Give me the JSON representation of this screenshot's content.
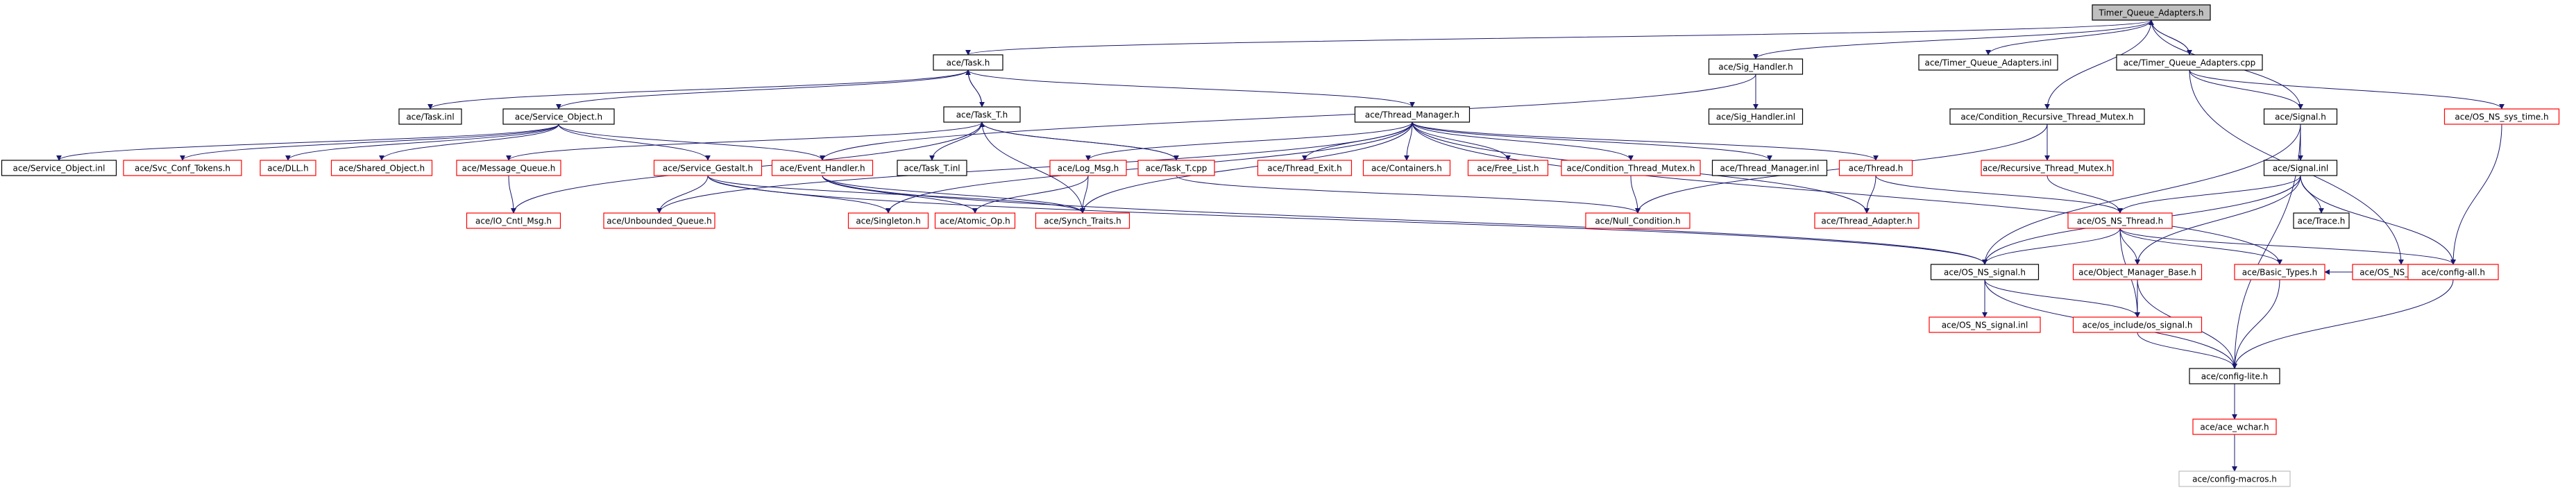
{
  "diagram": {
    "colors": {
      "edge": "#191970",
      "root_fill": "#bfbfbf",
      "red_border": "#ff0000",
      "black_border": "#000000",
      "gray_border": "#bfbfbf"
    },
    "nodes": [
      {
        "id": "root",
        "label": "Timer_Queue_Adapters.h",
        "style": "root"
      },
      {
        "id": "task_h",
        "label": "ace/Task.h",
        "style": "black"
      },
      {
        "id": "sig_handler_h",
        "label": "ace/Sig_Handler.h",
        "style": "black"
      },
      {
        "id": "tqa_inl",
        "label": "ace/Timer_Queue_Adapters.inl",
        "style": "black"
      },
      {
        "id": "tqa_cpp",
        "label": "ace/Timer_Queue_Adapters.cpp",
        "style": "black"
      },
      {
        "id": "task_inl",
        "label": "ace/Task.inl",
        "style": "black"
      },
      {
        "id": "service_object_h",
        "label": "ace/Service_Object.h",
        "style": "black"
      },
      {
        "id": "task_t_h",
        "label": "ace/Task_T.h",
        "style": "black"
      },
      {
        "id": "thread_manager_h",
        "label": "ace/Thread_Manager.h",
        "style": "black"
      },
      {
        "id": "sig_handler_inl",
        "label": "ace/Sig_Handler.inl",
        "style": "black"
      },
      {
        "id": "cond_rec_mutex_h",
        "label": "ace/Condition_Recursive_Thread_Mutex.h",
        "style": "black"
      },
      {
        "id": "signal_h",
        "label": "ace/Signal.h",
        "style": "black"
      },
      {
        "id": "os_ns_sys_time_h",
        "label": "ace/OS_NS_sys_time.h",
        "style": "red"
      },
      {
        "id": "service_object_inl",
        "label": "ace/Service_Object.inl",
        "style": "black"
      },
      {
        "id": "svc_conf_tokens_h",
        "label": "ace/Svc_Conf_Tokens.h",
        "style": "red"
      },
      {
        "id": "dll_h",
        "label": "ace/DLL.h",
        "style": "red"
      },
      {
        "id": "shared_object_h",
        "label": "ace/Shared_Object.h",
        "style": "red"
      },
      {
        "id": "message_queue_h",
        "label": "ace/Message_Queue.h",
        "style": "red"
      },
      {
        "id": "service_gestalt_h",
        "label": "ace/Service_Gestalt.h",
        "style": "red"
      },
      {
        "id": "event_handler_h",
        "label": "ace/Event_Handler.h",
        "style": "red"
      },
      {
        "id": "task_t_inl",
        "label": "ace/Task_T.inl",
        "style": "black"
      },
      {
        "id": "log_msg_h",
        "label": "ace/Log_Msg.h",
        "style": "red"
      },
      {
        "id": "task_t_cpp",
        "label": "ace/Task_T.cpp",
        "style": "red"
      },
      {
        "id": "thread_exit_h",
        "label": "ace/Thread_Exit.h",
        "style": "red"
      },
      {
        "id": "containers_h",
        "label": "ace/Containers.h",
        "style": "red"
      },
      {
        "id": "free_list_h",
        "label": "ace/Free_List.h",
        "style": "red"
      },
      {
        "id": "condition_thread_mutex_h",
        "label": "ace/Condition_Thread_Mutex.h",
        "style": "red"
      },
      {
        "id": "thread_manager_inl",
        "label": "ace/Thread_Manager.inl",
        "style": "black"
      },
      {
        "id": "thread_h",
        "label": "ace/Thread.h",
        "style": "red"
      },
      {
        "id": "recursive_thread_mutex_h",
        "label": "ace/Recursive_Thread_Mutex.h",
        "style": "red"
      },
      {
        "id": "signal_inl",
        "label": "ace/Signal.inl",
        "style": "black"
      },
      {
        "id": "os_ns_unistd_h",
        "label": "ace/OS_NS_unistd.h",
        "style": "red"
      },
      {
        "id": "io_cntl_msg_h",
        "label": "ace/IO_Cntl_Msg.h",
        "style": "red"
      },
      {
        "id": "unbounded_queue_h",
        "label": "ace/Unbounded_Queue.h",
        "style": "red"
      },
      {
        "id": "singleton_h",
        "label": "ace/Singleton.h",
        "style": "red"
      },
      {
        "id": "atomic_op_h",
        "label": "ace/Atomic_Op.h",
        "style": "red"
      },
      {
        "id": "synch_traits_h",
        "label": "ace/Synch_Traits.h",
        "style": "red"
      },
      {
        "id": "null_condition_h",
        "label": "ace/Null_Condition.h",
        "style": "red"
      },
      {
        "id": "thread_adapter_h",
        "label": "ace/Thread_Adapter.h",
        "style": "red"
      },
      {
        "id": "os_ns_thread_h",
        "label": "ace/OS_NS_Thread.h",
        "style": "red"
      },
      {
        "id": "trace_h",
        "label": "ace/Trace.h",
        "style": "black"
      },
      {
        "id": "os_ns_signal_h",
        "label": "ace/OS_NS_signal.h",
        "style": "black"
      },
      {
        "id": "object_manager_base_h",
        "label": "ace/Object_Manager_Base.h",
        "style": "red"
      },
      {
        "id": "basic_types_h",
        "label": "ace/Basic_Types.h",
        "style": "red"
      },
      {
        "id": "config_all_h",
        "label": "ace/config-all.h",
        "style": "red"
      },
      {
        "id": "os_ns_signal_inl",
        "label": "ace/OS_NS_signal.inl",
        "style": "red"
      },
      {
        "id": "os_include_os_signal_h",
        "label": "ace/os_include/os_signal.h",
        "style": "red"
      },
      {
        "id": "config_lite_h",
        "label": "ace/config-lite.h",
        "style": "black"
      },
      {
        "id": "ace_wchar_h",
        "label": "ace/ace_wchar.h",
        "style": "red"
      },
      {
        "id": "config_macros_h",
        "label": "ace/config-macros.h",
        "style": "gray"
      }
    ],
    "edges": [
      [
        "root",
        "task_h"
      ],
      [
        "root",
        "sig_handler_h"
      ],
      [
        "root",
        "tqa_inl"
      ],
      [
        "root",
        "tqa_cpp"
      ],
      [
        "root",
        "cond_rec_mutex_h"
      ],
      [
        "root",
        "signal_h"
      ],
      [
        "tqa_cpp",
        "root"
      ],
      [
        "tqa_cpp",
        "signal_h"
      ],
      [
        "tqa_cpp",
        "os_ns_sys_time_h"
      ],
      [
        "tqa_cpp",
        "os_ns_unistd_h"
      ],
      [
        "task_h",
        "task_inl"
      ],
      [
        "task_h",
        "service_object_h"
      ],
      [
        "task_h",
        "task_t_h"
      ],
      [
        "task_h",
        "thread_manager_h"
      ],
      [
        "sig_handler_h",
        "sig_handler_inl"
      ],
      [
        "sig_handler_h",
        "event_handler_h"
      ],
      [
        "service_object_h",
        "service_object_inl"
      ],
      [
        "service_object_h",
        "svc_conf_tokens_h"
      ],
      [
        "service_object_h",
        "dll_h"
      ],
      [
        "service_object_h",
        "shared_object_h"
      ],
      [
        "service_object_h",
        "event_handler_h"
      ],
      [
        "service_object_h",
        "service_gestalt_h"
      ],
      [
        "task_t_h",
        "task_h"
      ],
      [
        "task_t_h",
        "task_t_inl"
      ],
      [
        "task_t_h",
        "task_t_cpp"
      ],
      [
        "task_t_h",
        "message_queue_h"
      ],
      [
        "task_t_h",
        "synch_traits_h"
      ],
      [
        "task_t_h",
        "io_cntl_msg_h"
      ],
      [
        "task_t_cpp",
        "task_t_h"
      ],
      [
        "task_t_cpp",
        "null_condition_h"
      ],
      [
        "thread_manager_h",
        "thread_exit_h"
      ],
      [
        "thread_manager_h",
        "containers_h"
      ],
      [
        "thread_manager_h",
        "free_list_h"
      ],
      [
        "thread_manager_h",
        "condition_thread_mutex_h"
      ],
      [
        "thread_manager_h",
        "thread_manager_inl"
      ],
      [
        "thread_manager_h",
        "thread_h"
      ],
      [
        "thread_manager_h",
        "log_msg_h"
      ],
      [
        "thread_manager_h",
        "singleton_h"
      ],
      [
        "thread_manager_h",
        "synch_traits_h"
      ],
      [
        "thread_manager_h",
        "unbounded_queue_h"
      ],
      [
        "thread_manager_h",
        "thread_adapter_h"
      ],
      [
        "thread_manager_h",
        "basic_types_h"
      ],
      [
        "message_queue_h",
        "io_cntl_msg_h"
      ],
      [
        "service_gestalt_h",
        "unbounded_queue_h"
      ],
      [
        "service_gestalt_h",
        "singleton_h"
      ],
      [
        "service_gestalt_h",
        "synch_traits_h"
      ],
      [
        "service_gestalt_h",
        "os_ns_signal_h"
      ],
      [
        "event_handler_h",
        "atomic_op_h"
      ],
      [
        "event_handler_h",
        "synch_traits_h"
      ],
      [
        "event_handler_h",
        "os_ns_signal_h"
      ],
      [
        "log_msg_h",
        "atomic_op_h"
      ],
      [
        "log_msg_h",
        "synch_traits_h"
      ],
      [
        "condition_thread_mutex_h",
        "null_condition_h"
      ],
      [
        "cond_rec_mutex_h",
        "recursive_thread_mutex_h"
      ],
      [
        "cond_rec_mutex_h",
        "null_condition_h"
      ],
      [
        "recursive_thread_mutex_h",
        "os_ns_thread_h"
      ],
      [
        "thread_h",
        "thread_adapter_h"
      ],
      [
        "thread_h",
        "os_ns_thread_h"
      ],
      [
        "signal_h",
        "signal_inl"
      ],
      [
        "signal_h",
        "os_ns_signal_h"
      ],
      [
        "signal_h",
        "config_lite_h"
      ],
      [
        "signal_inl",
        "trace_h"
      ],
      [
        "signal_inl",
        "os_ns_thread_h"
      ],
      [
        "signal_inl",
        "object_manager_base_h"
      ],
      [
        "signal_inl",
        "os_ns_signal_h"
      ],
      [
        "signal_inl",
        "config_all_h"
      ],
      [
        "os_ns_sys_time_h",
        "config_all_h"
      ],
      [
        "os_ns_unistd_h",
        "basic_types_h"
      ],
      [
        "os_ns_unistd_h",
        "config_all_h"
      ],
      [
        "os_ns_thread_h",
        "object_manager_base_h"
      ],
      [
        "os_ns_thread_h",
        "basic_types_h"
      ],
      [
        "os_ns_thread_h",
        "config_all_h"
      ],
      [
        "os_ns_thread_h",
        "os_ns_signal_h"
      ],
      [
        "os_ns_thread_h",
        "os_include_os_signal_h"
      ],
      [
        "os_ns_signal_h",
        "os_ns_signal_inl"
      ],
      [
        "os_ns_signal_h",
        "os_include_os_signal_h"
      ],
      [
        "os_ns_signal_h",
        "config_lite_h"
      ],
      [
        "object_manager_base_h",
        "os_include_os_signal_h"
      ],
      [
        "object_manager_base_h",
        "config_lite_h"
      ],
      [
        "basic_types_h",
        "config_lite_h"
      ],
      [
        "config_all_h",
        "config_lite_h"
      ],
      [
        "os_include_os_signal_h",
        "config_lite_h"
      ],
      [
        "config_lite_h",
        "ace_wchar_h"
      ],
      [
        "config_lite_h",
        "config_macros_h"
      ],
      [
        "ace_wchar_h",
        "config_macros_h"
      ]
    ]
  }
}
